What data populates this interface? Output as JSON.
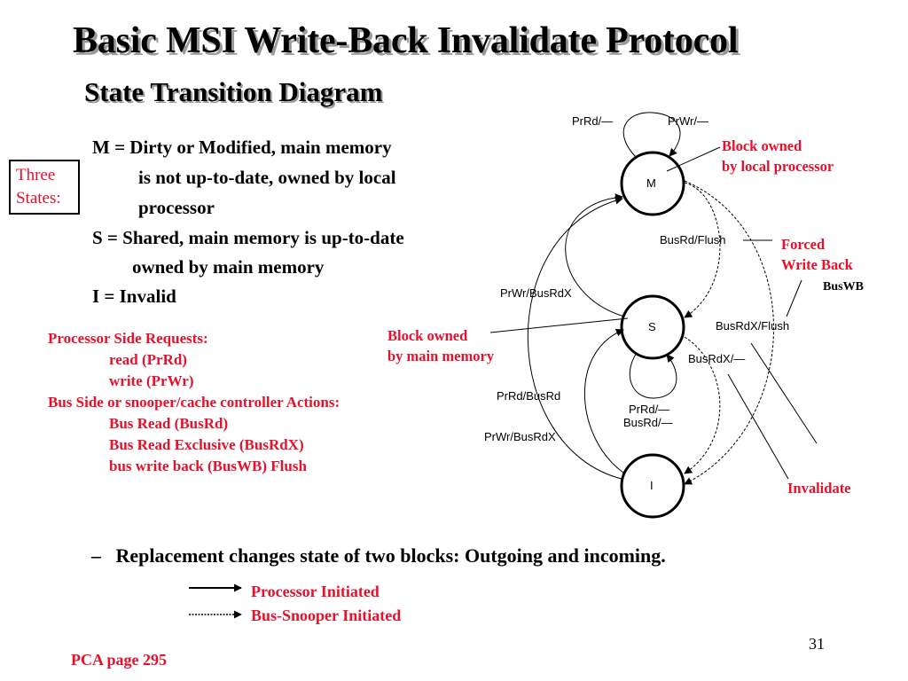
{
  "title": "Basic MSI Write-Back Invalidate Protocol",
  "subtitle": "State Transition Diagram",
  "three_states_label": "Three States:",
  "definitions": [
    "M = Dirty or Modified, main memory",
    "is not up-to-date, owned by local",
    "processor",
    "S = Shared, main memory is up-to-date",
    "owned by main memory",
    "I =  Invalid"
  ],
  "requests": {
    "proc_heading": "Processor Side Requests:",
    "proc_items": [
      "read  (PrRd)",
      "write (PrWr)"
    ],
    "bus_heading": "Bus Side or snooper/cache controller Actions:",
    "bus_items": [
      "Bus Read (BusRd)",
      "Bus Read Exclusive (BusRdX)",
      "bus write back (BusWB)  Flush"
    ]
  },
  "diagram": {
    "states": {
      "m": "M",
      "s": "S",
      "i": "I"
    },
    "labels": {
      "prrd_dash": "PrRd/—",
      "prwr_dash": "PrWr/—",
      "busrd_flush": "BusRd/Flush",
      "prwr_busrdx_top": "PrWr/BusRdX",
      "busrdx_flush": "BusRdX/Flush",
      "busrdx_dash": "BusRdX/—",
      "prrd_busrd": "PrRd/BusRd",
      "s_loop_prrd": "PrRd/—",
      "s_loop_busrd": "BusRd/—",
      "prwr_busrdx_bottom": "PrWr/BusRdX"
    },
    "annotations": {
      "block_owned_local": [
        "Block owned",
        "by local processor"
      ],
      "forced_write_back": [
        "Forced",
        "Write Back"
      ],
      "buswb": "BusWB",
      "block_owned_memory": [
        "Block owned",
        "by main memory"
      ],
      "invalidate": "Invalidate"
    }
  },
  "bullet": {
    "dash": "–",
    "text": "Replacement changes state of two blocks: Outgoing and incoming."
  },
  "legend": {
    "processor": "Processor Initiated",
    "bus": "Bus-Snooper Initiated"
  },
  "page_number": "31",
  "footer": "PCA page 295",
  "colors": {
    "accent_red": "#e8102a"
  }
}
